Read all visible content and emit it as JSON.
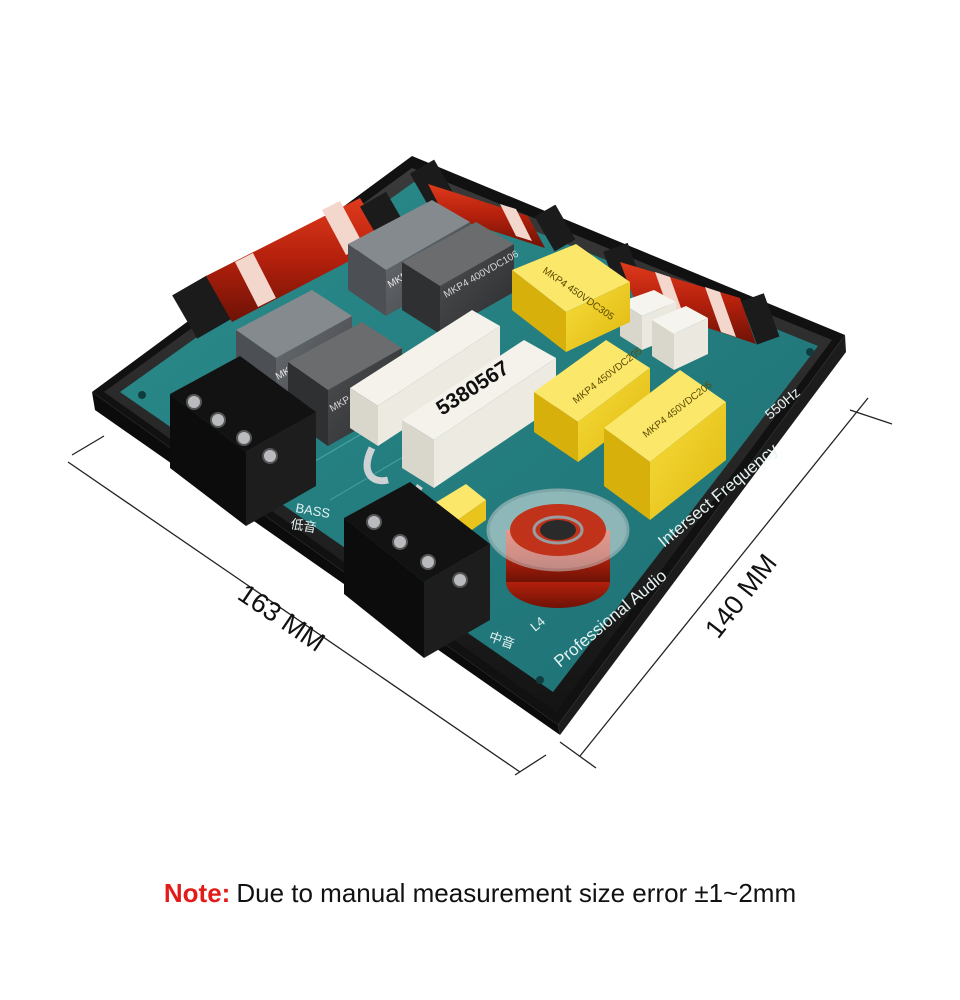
{
  "dimensions": {
    "width_label": "163 MM",
    "depth_label": "140 MM"
  },
  "components": {
    "cap_1": "MKP6 400VDC305",
    "cap_2": "MKP4 400VDC106",
    "cap_3": "MKP6 400VDC305",
    "cap_4": "MKP4 400VDC106",
    "cap_5": "MKP4 450VDC305",
    "cap_6": "MKP4 450VDC205",
    "cap_7": "MKP4 450VDC205",
    "resistor_code": "5380567"
  },
  "board_print": {
    "bass": "BASS",
    "bass_cn": "低音",
    "mid_cn": "中音",
    "l4": "L4",
    "professional": "Professional Audio",
    "intersect": "Intersect Frequency",
    "freq": "550Hz"
  },
  "note": {
    "label": "Note:",
    "text": "Due to manual measurement size error ±1~2mm"
  }
}
